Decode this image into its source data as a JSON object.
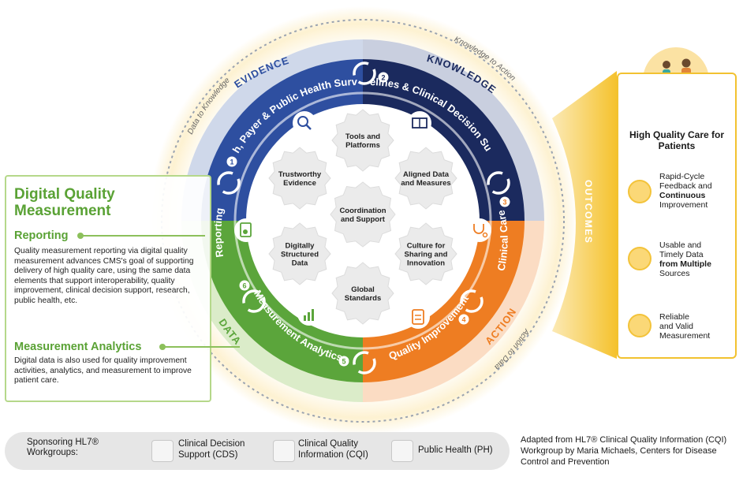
{
  "quadrants": {
    "evidence": {
      "tag": "EVIDENCE",
      "title": "Research, Payer & Public Health Surveillance",
      "step": "1"
    },
    "knowledge": {
      "tag": "KNOWLEDGE",
      "title": "Guidelines & Clinical Decision Support",
      "step": "2"
    },
    "action": {
      "tag": "ACTION",
      "step3": "3",
      "title_clinical": "Clinical Care",
      "title_quality": "Quality Improvement",
      "step4": "4"
    },
    "data": {
      "tag": "DATA",
      "title_reporting": "Reporting",
      "title_measurement": "Measurement Analytics",
      "step5": "5",
      "step6": "6"
    }
  },
  "arc_labels": {
    "data_to_knowledge": "Data to Knowledge",
    "knowledge_to_action": "Knowledge to Action",
    "action_to_data": "Action to Data",
    "outcomes": "OUTCOMES"
  },
  "gears": {
    "center": [
      "Coordination",
      "and Support"
    ],
    "top": [
      "Tools and",
      "Platforms"
    ],
    "upper_right": [
      "Aligned Data",
      "and Measures"
    ],
    "lower_right": [
      "Culture for",
      "Sharing and",
      "Innovation"
    ],
    "bottom": [
      "Global",
      "Standards"
    ],
    "lower_left": [
      "Digitally",
      "Structured",
      "Data"
    ],
    "upper_left": [
      "Trustworthy",
      "Evidence"
    ]
  },
  "side_panel": {
    "title": "Digital Quality Measurement",
    "reporting_heading": "Reporting",
    "reporting_text": "Quality measurement reporting via digital quality measurement advances CMS's goal of supporting delivery of high quality care, using the same data elements that support interoperability, quality improvement, clinical decision support, research, public health, etc.",
    "analytics_heading": "Measurement Analytics",
    "analytics_text": "Digital data is also used for quality improvement activities, analytics, and measurement to improve patient care."
  },
  "outcomes_panel": {
    "title": "High Quality Care for Patients",
    "items": [
      {
        "line1": "Rapid-Cycle",
        "line2": "Feedback and",
        "line3": "Continuous",
        "line4": "Improvement"
      },
      {
        "line1": "Usable and",
        "line2": "Timely Data",
        "line3": "from Multiple",
        "line4": "Sources"
      },
      {
        "line1": "Reliable",
        "line2": "and Valid",
        "line3": "Measurement",
        "line4": ""
      }
    ]
  },
  "footer": {
    "title": "Sponsoring HL7® Workgroups:",
    "workgroups": [
      "Clinical Decision Support (CDS)",
      "Clinical Quality Information (CQI)",
      "Public Health (PH)"
    ],
    "credit": "Adapted from HL7® Clinical Quality Information (CQI) Workgroup by Maria Michaels, Centers for Disease Control and Prevention"
  },
  "colors": {
    "evidence": "#2e4fa0",
    "knowledge": "#1b2a5e",
    "action": "#ee7d22",
    "data": "#5ba53b",
    "outcomes": "#f5c22d"
  }
}
